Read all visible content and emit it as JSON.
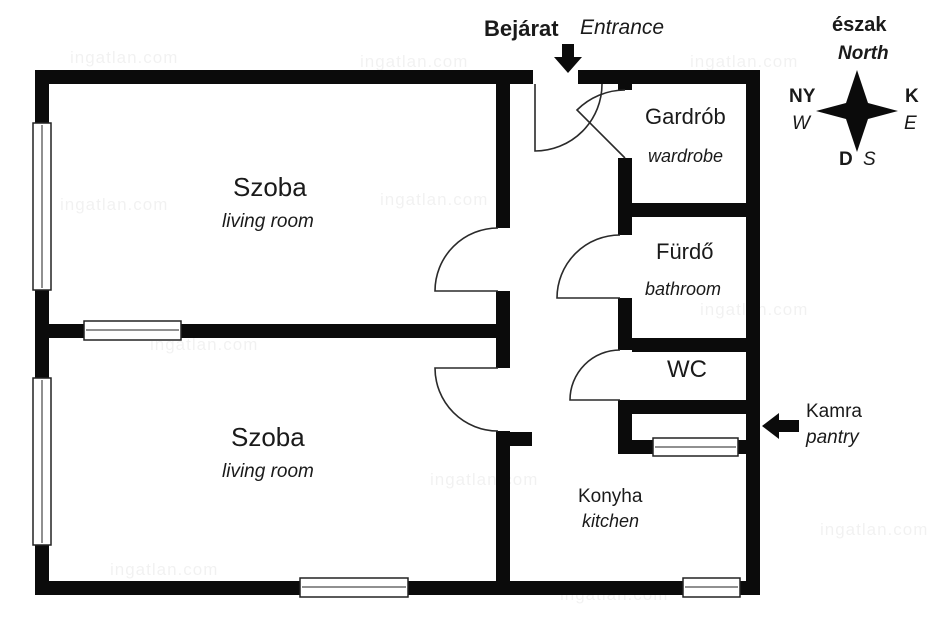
{
  "entrance": {
    "hu": "Bejárat",
    "en": "Entrance"
  },
  "compass": {
    "north_hu": "észak",
    "north_en": "North",
    "west_hu": "NY",
    "west_en": "W",
    "east_hu": "K",
    "east_en": "E",
    "south_hu": "D",
    "south_en": "S"
  },
  "rooms": {
    "living_room_top": {
      "hu": "Szoba",
      "en": "living room"
    },
    "living_room_bottom": {
      "hu": "Szoba",
      "en": "living room"
    },
    "wardrobe": {
      "hu": "Gardrób",
      "en": "wardrobe"
    },
    "bathroom": {
      "hu": "Fürdő",
      "en": "bathroom"
    },
    "wc": {
      "hu": "WC"
    },
    "kitchen": {
      "hu": "Konyha",
      "en": "kitchen"
    },
    "pantry": {
      "hu": "Kamra",
      "en": "pantry"
    }
  },
  "watermark": {
    "text": "ingatlan.com"
  },
  "colors": {
    "wall": "#0b0b0b",
    "line": "#2a2a2a",
    "text": "#1a1a1a",
    "background": "#ffffff"
  }
}
